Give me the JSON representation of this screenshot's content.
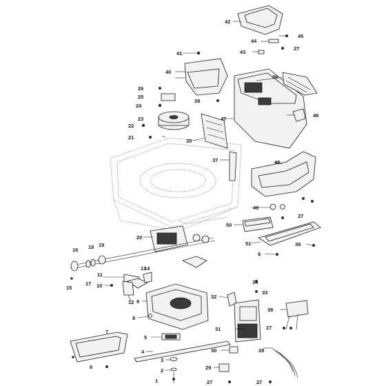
{
  "labels": {
    "l1": "1",
    "l2": "2",
    "l3": "3",
    "l4": "4",
    "l5": "5",
    "l6a": "6",
    "l6b": "6",
    "l7": "7",
    "l8": "8",
    "l9": "9",
    "l10": "10",
    "l11": "11",
    "l12": "12",
    "l13": "13",
    "l14": "14",
    "l15": "15",
    "l16": "16",
    "l17": "17",
    "l18": "18",
    "l19": "19",
    "l20": "20",
    "l21": "21",
    "l22": "22",
    "l23": "23",
    "l24": "24",
    "l25": "25",
    "l26": "26",
    "l27a": "27",
    "l27b": "27",
    "l27c": "27",
    "l27d": "27",
    "l27e": "27",
    "l28": "28",
    "l29": "29",
    "l30": "30",
    "l31": "31",
    "l32": "32",
    "l33": "33",
    "l34": "34",
    "l35": "35",
    "l36": "36",
    "l37": "37",
    "l38": "38",
    "l39a": "39",
    "l39b": "39",
    "l40": "40",
    "l41": "41",
    "l42": "42",
    "l43": "43",
    "l44": "44",
    "l45": "45",
    "l46": "46",
    "l47": "47",
    "l48": "48",
    "l49": "49",
    "l50": "50",
    "l51": "51"
  },
  "colors": {
    "line": "#1a1a1a",
    "fill": "#f2f2f2",
    "ghost": "#8a8a8a"
  }
}
